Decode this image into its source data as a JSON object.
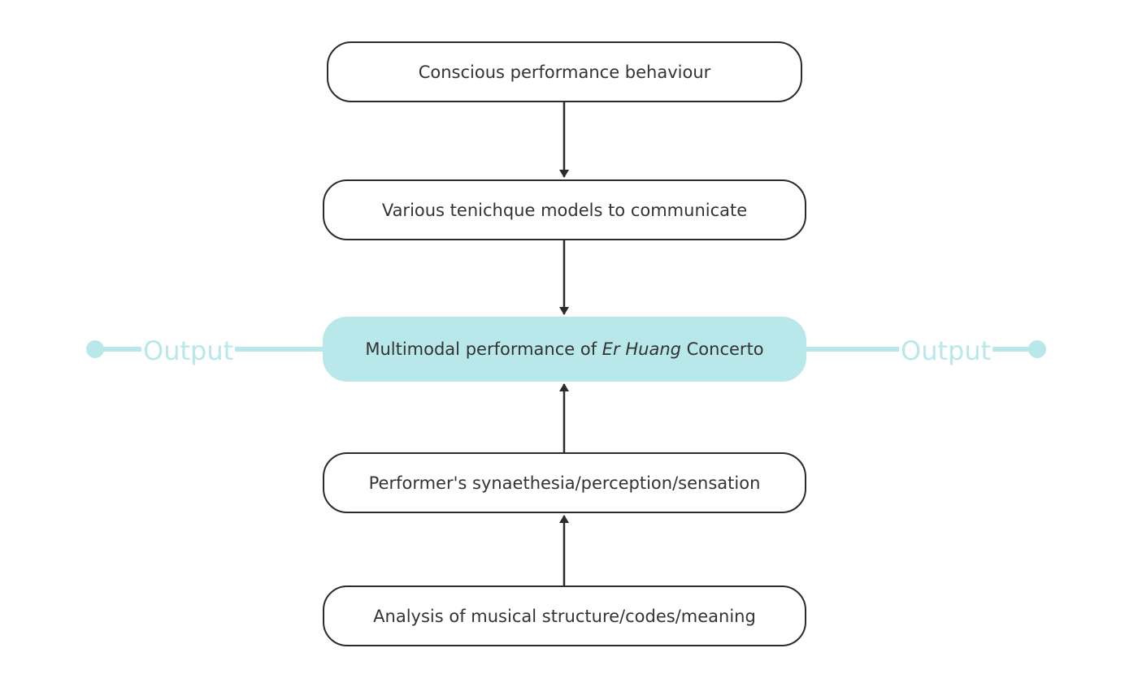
{
  "nodes": {
    "conscious": "Conscious performance behaviour",
    "models": "Various tenichque models to communicate",
    "center": {
      "prefix": "Multimodal performance of ",
      "italic": "Er Huang",
      "suffix": " Concerto"
    },
    "perception": "Performer's synaethesia/perception/sensation",
    "analysis": "Analysis of musical structure/codes/meaning"
  },
  "outputs": {
    "left": "Output",
    "right": "Output"
  },
  "colors": {
    "highlight": "#b8e8e9",
    "stroke": "#2b2b2b",
    "text": "#333333"
  }
}
